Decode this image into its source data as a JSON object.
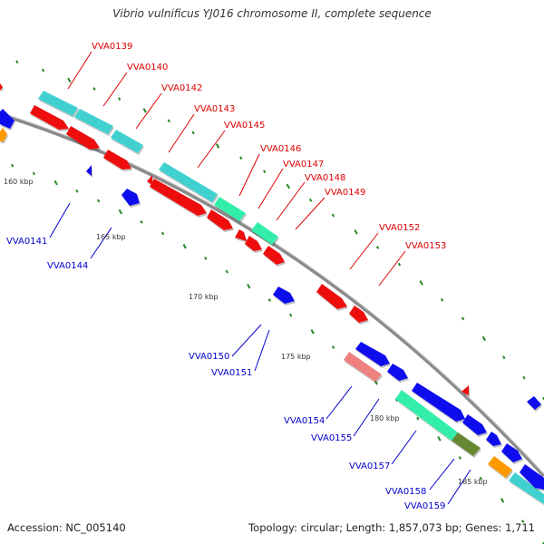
{
  "title": "Vibrio vulnificus YJ016 chromosome II, complete sequence",
  "footer": {
    "accession": "Accession: NC_005140",
    "summary": "Topology: circular; Length: 1,857,073 bp; Genes: 1,711"
  },
  "colors": {
    "backbone": "#8a8a8a",
    "cyan": "#40d0d0",
    "red": "#ee1111",
    "blue": "#1111ee",
    "mint": "#33eeaa",
    "orange": "#ff9900",
    "salmon": "#ee8080",
    "olive": "#668833",
    "gc_dot": "#228822",
    "label_top": "#dd0000",
    "label_bottom": "#0000cc"
  },
  "tick_labels": [
    "160 kbp",
    "165 kbp",
    "170 kbp",
    "175 kbp",
    "180 kbp",
    "185 kbp"
  ],
  "labels_top": [
    "VVA0139",
    "VVA0140",
    "VVA0142",
    "VVA0143",
    "VVA0145",
    "VVA0146",
    "VVA0147",
    "VVA0148",
    "VVA0149",
    "VVA0152",
    "VVA0153"
  ],
  "labels_bottom": [
    "VVA0141",
    "VVA0144",
    "VVA0150",
    "VVA0151",
    "VVA0154",
    "VVA0155",
    "VVA0157",
    "VVA0158",
    "VVA0159"
  ]
}
